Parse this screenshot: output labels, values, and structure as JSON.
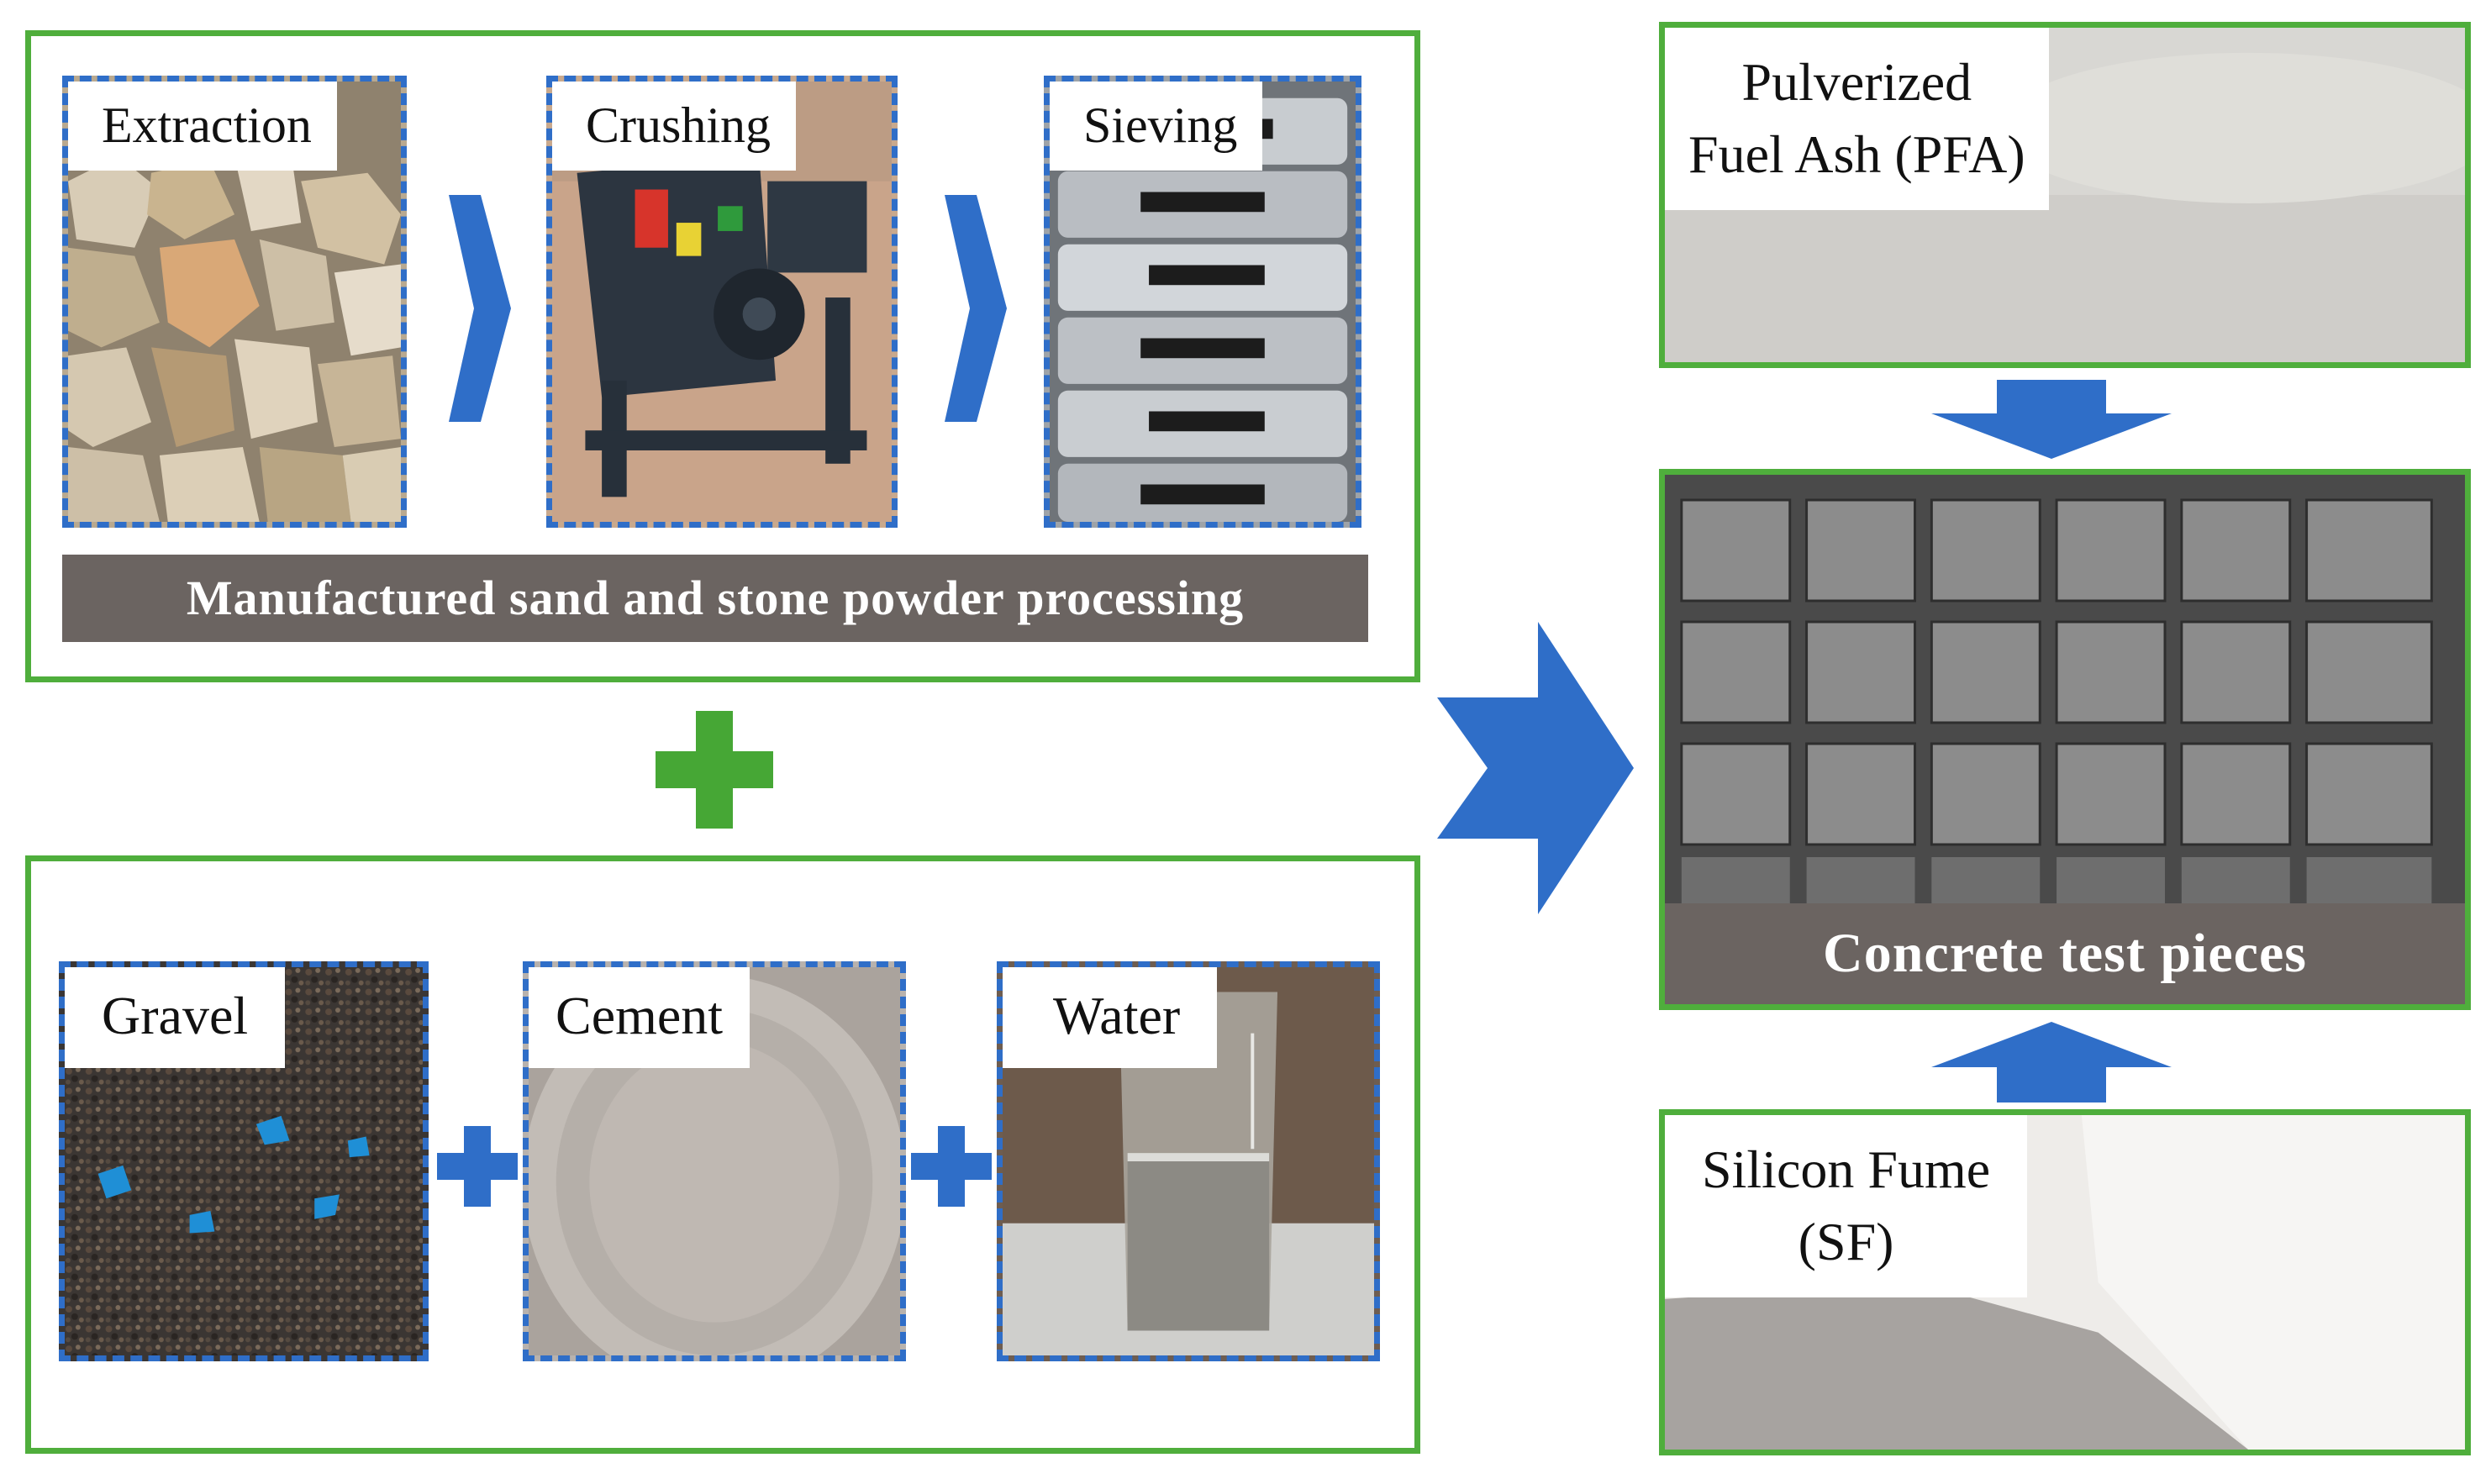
{
  "process": {
    "extraction": "Extraction",
    "crushing": "Crushing",
    "sieving": "Sieving",
    "banner": "Manufactured sand and stone powder processing"
  },
  "materials": {
    "gravel": "Gravel",
    "cement": "Cement",
    "water": "Water"
  },
  "pfa": {
    "line1": "Pulverized",
    "line2": "Fuel Ash (PFA)"
  },
  "concrete": {
    "banner": "Concrete test pieces"
  },
  "sf": {
    "line1": "Silicon Fume",
    "line2": "(SF)"
  },
  "colors": {
    "frame_green": "#4fae3c",
    "arrow_blue": "#2f6ec8",
    "banner_gray": "#6b6461",
    "plus_green": "#46a735"
  }
}
